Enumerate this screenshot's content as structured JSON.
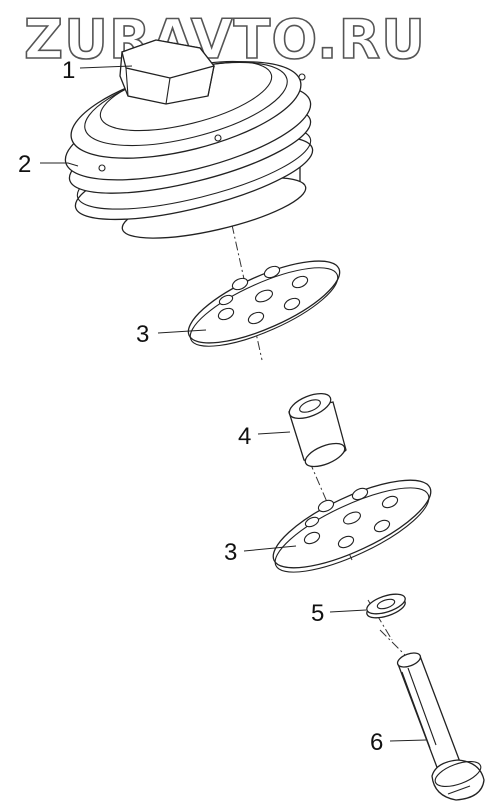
{
  "watermark": "ZURAVTO.RU",
  "callouts": [
    {
      "id": "c1",
      "label": "1"
    },
    {
      "id": "c2",
      "label": "2"
    },
    {
      "id": "c3a",
      "label": "3"
    },
    {
      "id": "c4",
      "label": "4"
    },
    {
      "id": "c3b",
      "label": "3"
    },
    {
      "id": "c5",
      "label": "5"
    },
    {
      "id": "c6",
      "label": "6"
    }
  ]
}
